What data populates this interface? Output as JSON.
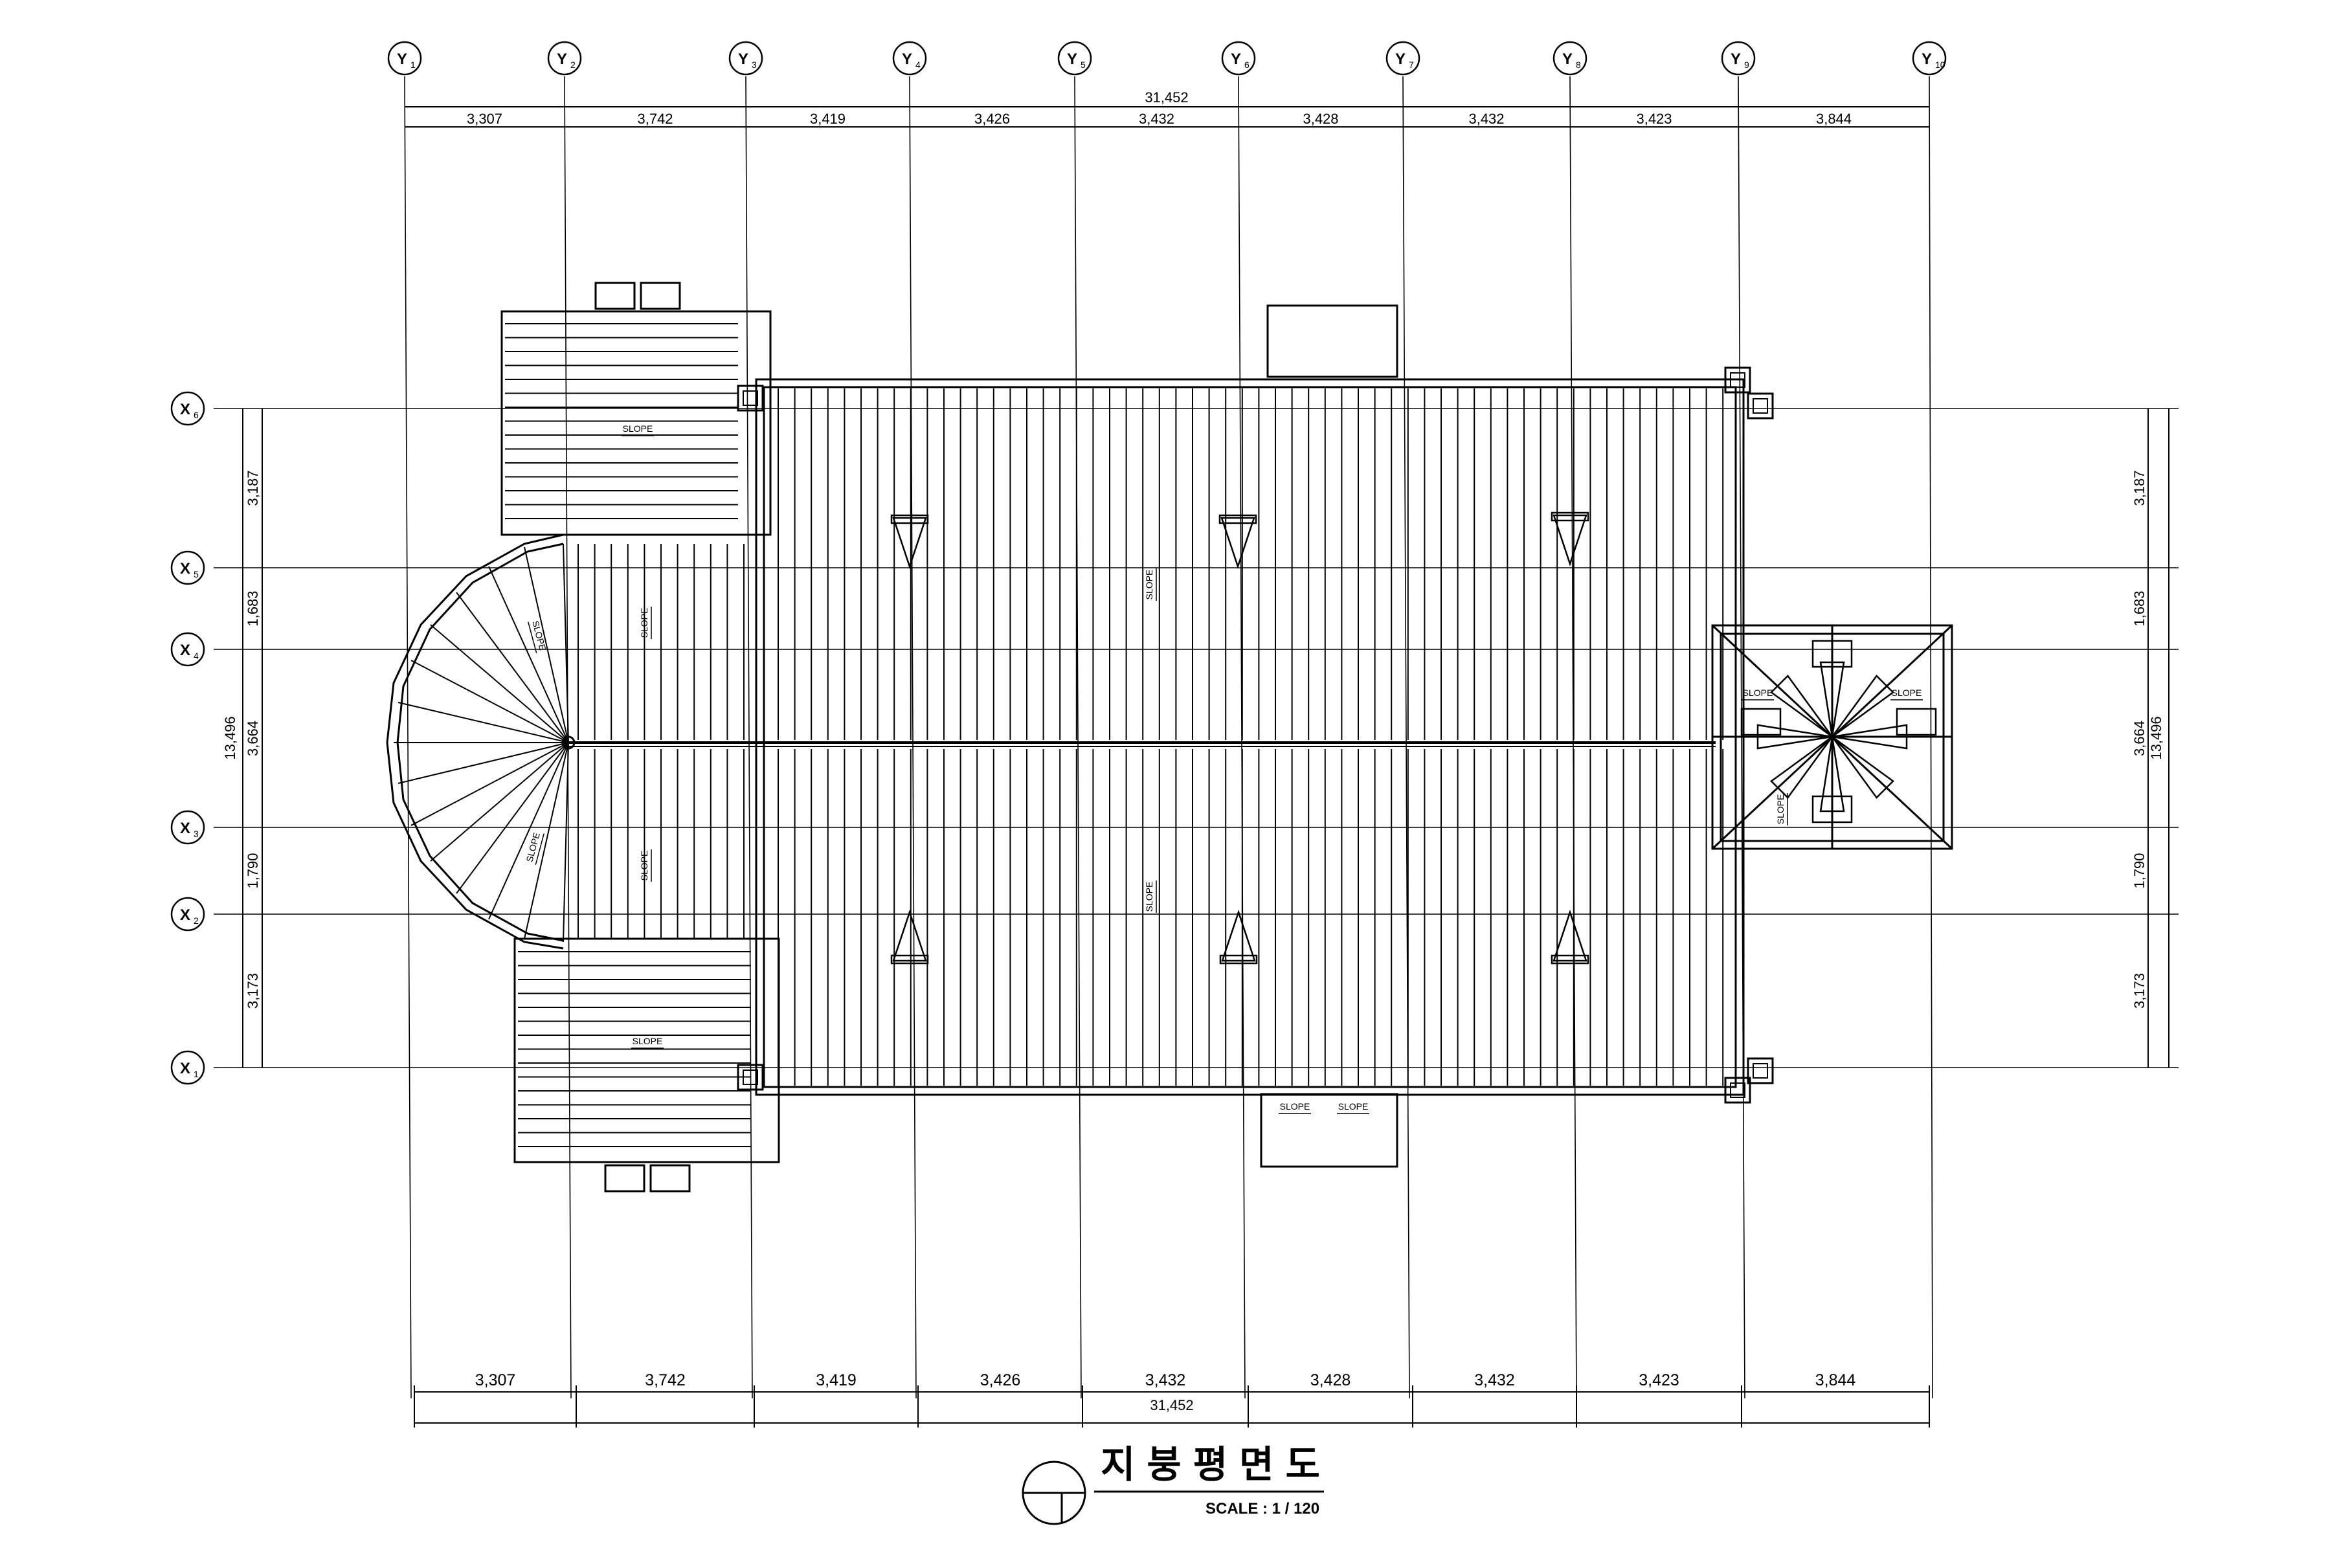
{
  "grid": {
    "y_labels": [
      "Y1",
      "Y2",
      "Y3",
      "Y4",
      "Y5",
      "Y6",
      "Y7",
      "Y8",
      "Y9",
      "Y10"
    ],
    "x_labels": [
      "X1",
      "X2",
      "X3",
      "X4",
      "X5",
      "X6"
    ]
  },
  "dimensions": {
    "top_total": "31,452",
    "top_segments": [
      "3,307",
      "3,742",
      "3,419",
      "3,426",
      "3,432",
      "3,428",
      "3,432",
      "3,423",
      "3,844"
    ],
    "bottom_total": "31,452",
    "bottom_segments": [
      "3,307",
      "3,742",
      "3,419",
      "3,426",
      "3,432",
      "3,428",
      "3,432",
      "3,423",
      "3,844"
    ],
    "left_total": "13,496",
    "left_segments": [
      "3,187",
      "1,683",
      "3,664",
      "1,790",
      "3,173"
    ],
    "right_total": "13,496",
    "right_segments": [
      "3,187",
      "1,683",
      "3,664",
      "1,790",
      "3,173"
    ]
  },
  "roof_labels": {
    "slope": "SLOPE"
  },
  "title": {
    "main": "지붕평면도",
    "scale": "SCALE : 1 / 120"
  }
}
